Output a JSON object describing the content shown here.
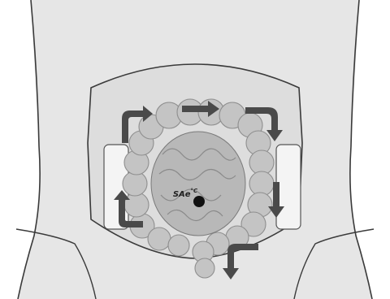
{
  "figure": {
    "navel_label": "SAe",
    "navel_label_superscript": "°C"
  },
  "colors": {
    "background": "#ffffff",
    "torso_fill": "#e6e6e6",
    "outline": "#3a3a3a",
    "belt_fill": "#dddddd",
    "pad_fill": "#f4f4f4",
    "colon_fill": "#c4c4c4",
    "colon_stroke": "#8e8e8e",
    "intestine_fill": "#b8b8b8",
    "arrow_fill": "#4a4a4a",
    "navel_fill": "#111111"
  },
  "arrows": {
    "direction_sequence": [
      "up",
      "right",
      "right",
      "down",
      "down",
      "left",
      "down"
    ],
    "style": "bent-and-straight"
  }
}
